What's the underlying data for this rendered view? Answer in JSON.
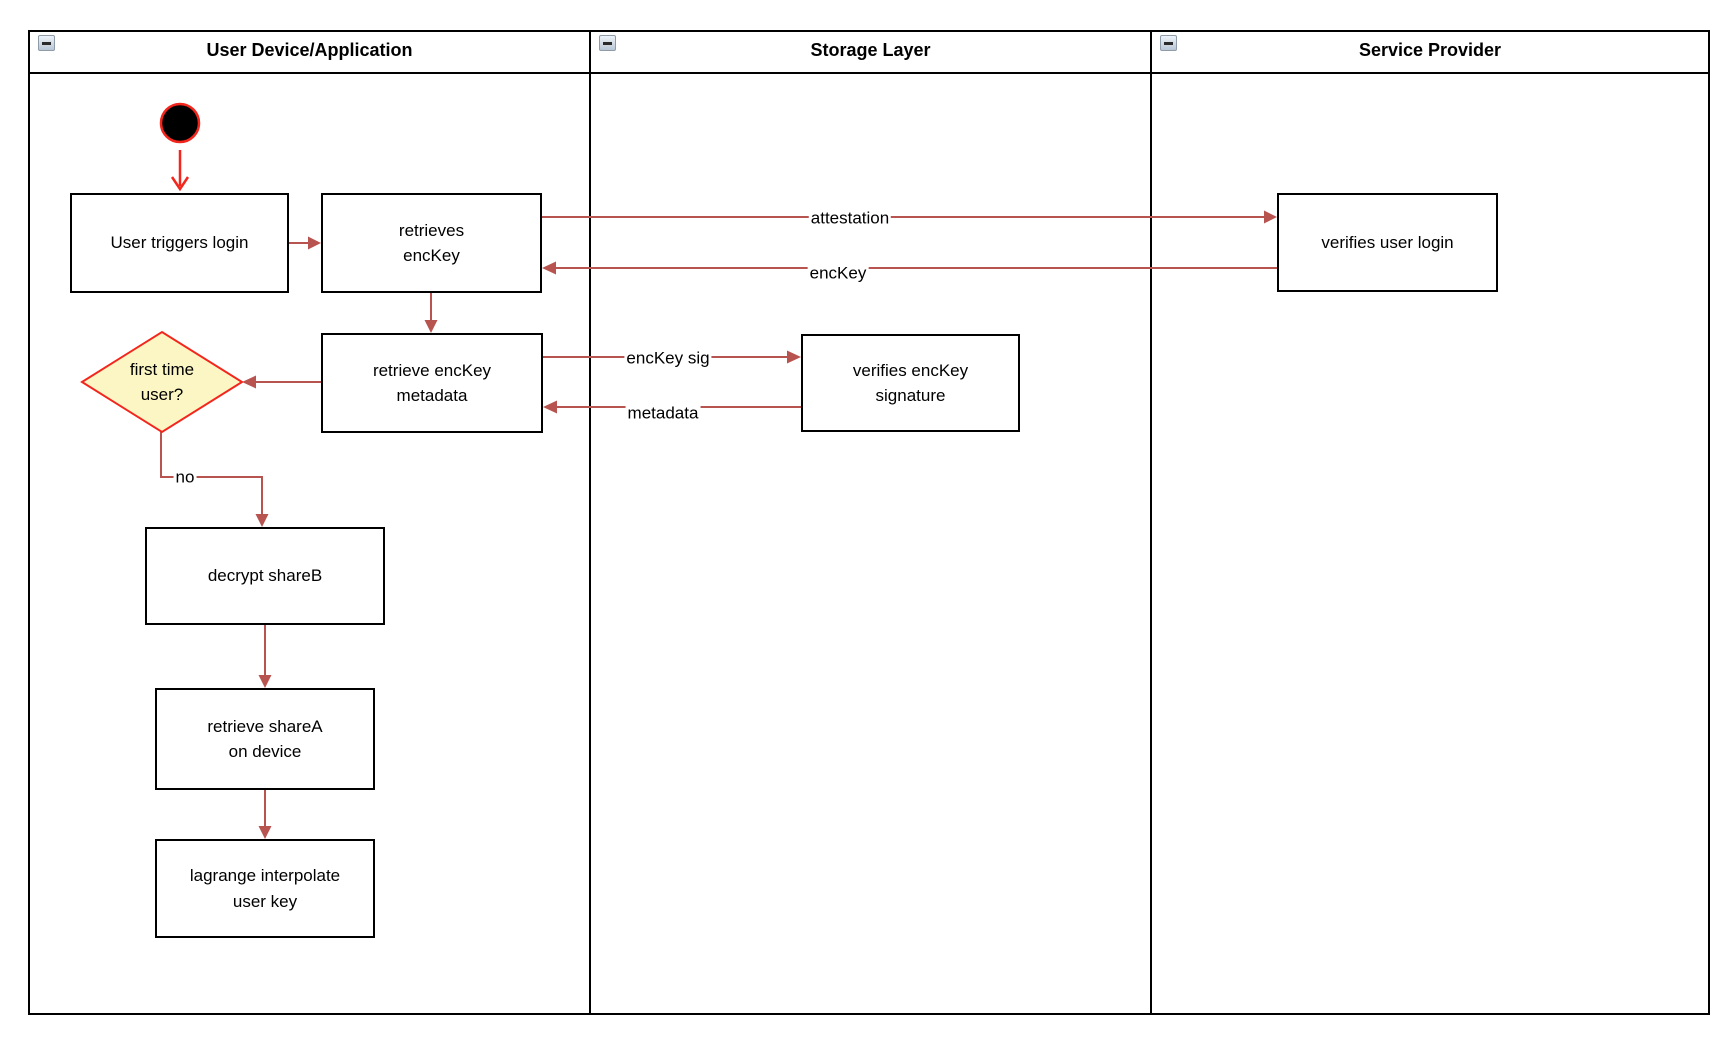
{
  "colors": {
    "edge": "#B85450",
    "accent_red": "#F3261D",
    "decision_fill": "#FBF6C3",
    "node_border": "#000000",
    "node_fill": "#FFFFFF",
    "initial_node_fill": "#000000"
  },
  "lanes": [
    {
      "title": "User Device/Application"
    },
    {
      "title": "Storage Layer"
    },
    {
      "title": "Service Provider"
    }
  ],
  "nodes": {
    "user_triggers_login": {
      "label": "User triggers login"
    },
    "retrieves_enckey": {
      "label": "retrieves\nencKey"
    },
    "verifies_user_login": {
      "label": "verifies user login"
    },
    "retrieve_enckey_metadata": {
      "label": "retrieve encKey\nmetadata"
    },
    "verifies_enckey_signature": {
      "label": "verifies encKey\nsignature"
    },
    "first_time_user": {
      "label": "first time\nuser?"
    },
    "decrypt_shareb": {
      "label": "decrypt shareB"
    },
    "retrieve_sharea": {
      "label": "retrieve shareA\non device"
    },
    "lagrange_interpolate": {
      "label": "lagrange interpolate\nuser key"
    }
  },
  "edge_labels": {
    "attestation": "attestation",
    "enckey": "encKey",
    "enckey_sig": "encKey sig",
    "metadata": "metadata",
    "no": "no"
  }
}
